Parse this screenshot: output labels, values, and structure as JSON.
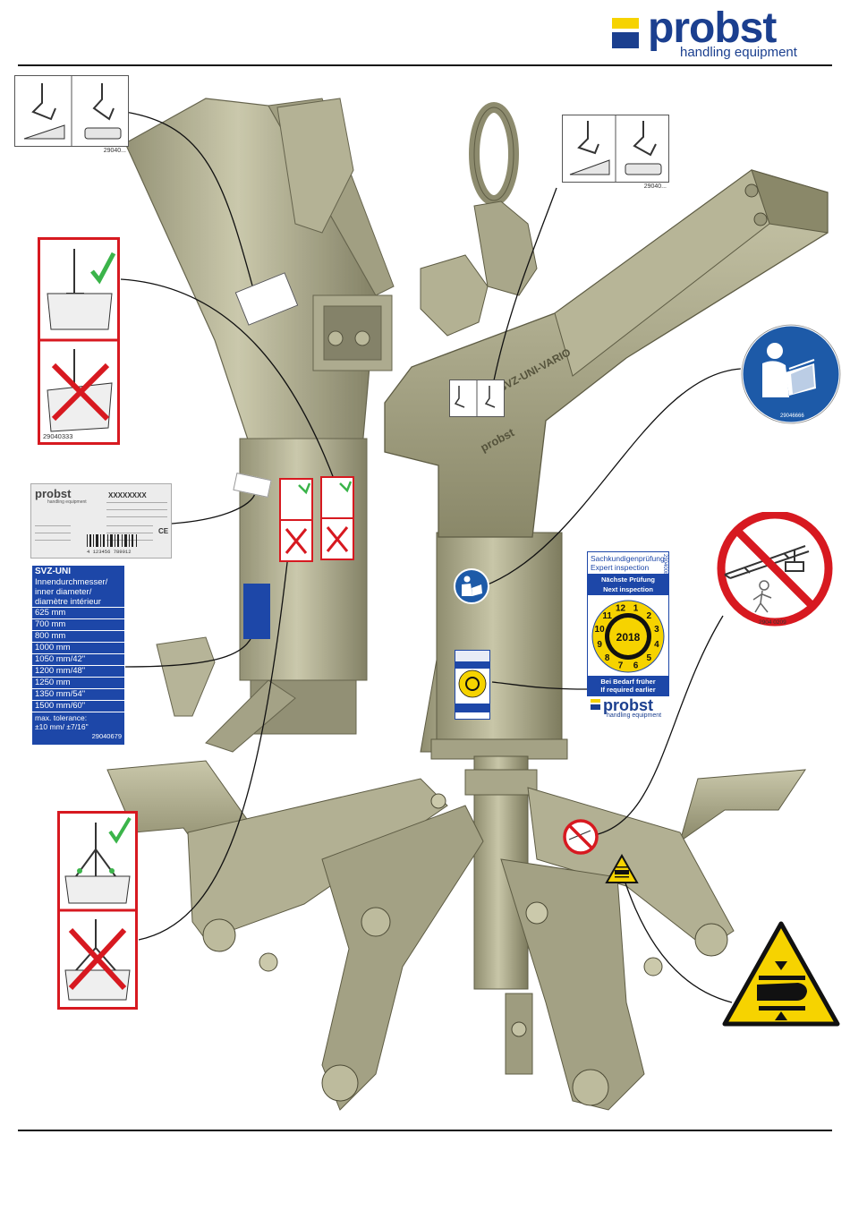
{
  "header": {
    "brand": "probst",
    "brand_sub": "handling equipment"
  },
  "labels": {
    "top_left_code": "29040...",
    "top_right_code": "29040...",
    "usage_label_number": "29040333",
    "read_manual_number": "29046666",
    "no_standing_number": "2904 0209"
  },
  "type_plate": {
    "brand": "probst",
    "brand_sub": "handling equipment",
    "model_placeholder": "XXXXXXXX",
    "barcode": "4 123456 789012",
    "ce_mark": "CE"
  },
  "diameter_label": {
    "title": "SVZ-UNI",
    "subtitle_lines": [
      "Innendurchmesser/",
      "inner diameter/",
      "diamètre intérieur"
    ],
    "sizes": [
      "625 mm",
      "700 mm",
      "800 mm",
      "1000 mm",
      "1050 mm/42\"",
      "1200 mm/48\"",
      "1250 mm",
      "1350 mm/54\"",
      "1500 mm/60\""
    ],
    "tolerance_lines": [
      "max. tolerance:",
      "±10 mm/ ±7/16\""
    ],
    "number": "29040679"
  },
  "inspection_sticker": {
    "title_de": "Sachkundigenprüfung",
    "title_en": "Expert inspection",
    "next_de": "Nächste Prüfung",
    "next_en": "Next inspection",
    "year": "2018",
    "months": [
      "1",
      "2",
      "3",
      "4",
      "5",
      "6",
      "7",
      "8",
      "9",
      "10",
      "11",
      "12"
    ],
    "earlier_de": "Bei Bedarf früher",
    "earlier_en": "If required earlier",
    "side_number": "29040088"
  },
  "inspection_logo": {
    "brand": "probst",
    "brand_sub": "handling equipment"
  },
  "device_text": {
    "arm_label": "SVZ-UNI-VARIO",
    "brand_cast": "probst"
  },
  "colors": {
    "brand_blue": "#1b3f8f",
    "brand_yellow": "#f6d300",
    "prohibition_red": "#d71920",
    "mandatory_blue": "#1d5aa8",
    "warning_yellow": "#f6d300",
    "metal": "#b9b79a"
  }
}
